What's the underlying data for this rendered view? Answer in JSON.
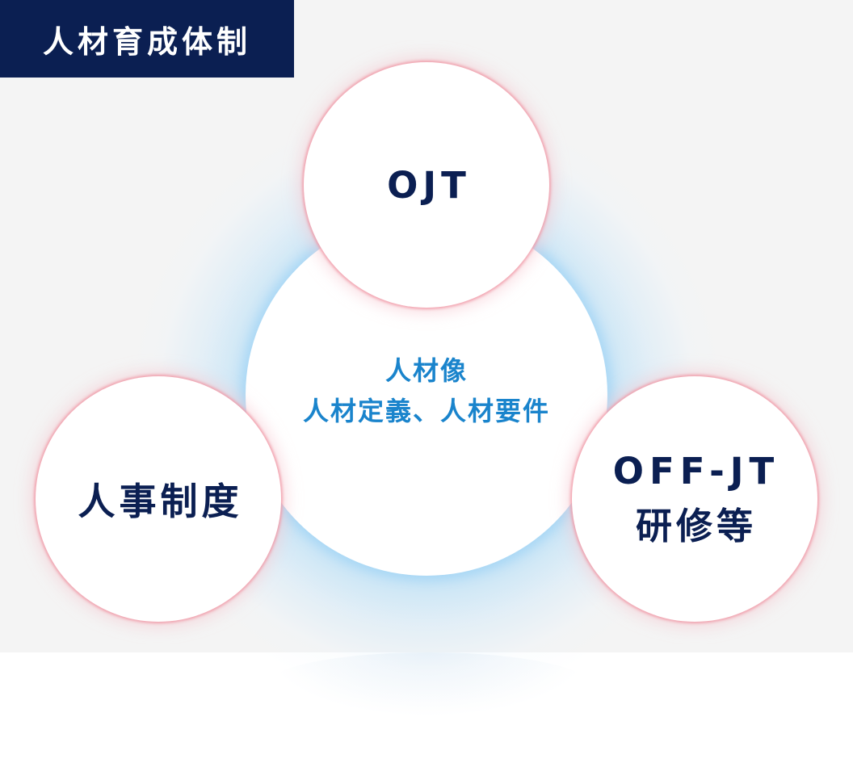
{
  "title": "人材育成体制",
  "center": {
    "line1": "人材像",
    "line2": "人材定義、人材要件"
  },
  "nodes": {
    "top": "OJT",
    "left": "人事制度",
    "right_line1": "OFF-JT",
    "right_line2": "研修等"
  },
  "colors": {
    "title_background": "#0b1f52",
    "node_text": "#0b1f52",
    "center_text": "#1a84cc",
    "center_glow": "#9ed3f4",
    "node_glow": "#f096a5",
    "panel_background": "#f4f4f4"
  }
}
